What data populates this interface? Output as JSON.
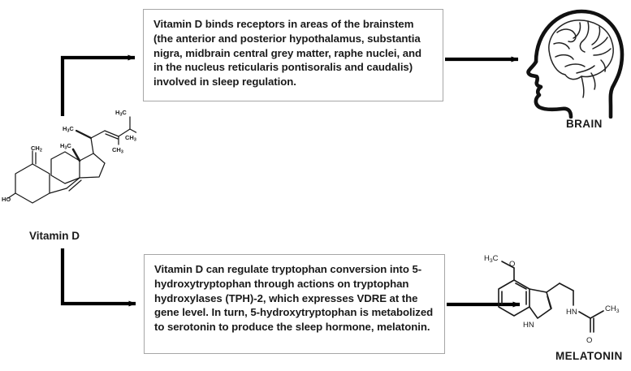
{
  "diagram": {
    "title": "Vitamin D and sleep regulation pathways",
    "background_color": "#ffffff",
    "line_color": "#000000",
    "box_border_color": "#a6a6a6",
    "text_color": "#1a1a1a"
  },
  "source": {
    "label": "Vitamin D",
    "molecule_name": "vitamin-d-structure",
    "atom_labels": [
      "H3C",
      "H3C",
      "CH3",
      "CH3",
      "H3C",
      "CH2",
      "HO"
    ]
  },
  "pathways": [
    {
      "id": "brain",
      "text": "Vitamin D binds receptors in areas of the brainstem (the anterior and posterior hypothalamus, substantia nigra, midbrain central grey matter, raphe nuclei, and in the nucleus reticularis pontisoralis and caudalis) involved in sleep regulation.",
      "target_label": "BRAIN",
      "target_icon": "head-profile-with-brain"
    },
    {
      "id": "melatonin",
      "text": "Vitamin D can regulate tryptophan conversion into 5-hydroxytryptophan through actions on tryptophan hydroxylases (TPH)-2, which expresses VDRE at the gene level. In turn, 5-hydroxytryptophan is metabolized to serotonin to produce the sleep hormone, melatonin.",
      "target_label": "MELATONIN",
      "target_icon": "melatonin-structure",
      "atom_labels": [
        "H3C",
        "O",
        "HN",
        "HN",
        "O",
        "CH3"
      ]
    }
  ],
  "connectors": [
    {
      "name": "vitamin-d-to-brain-box",
      "shape": "elbow-up-right"
    },
    {
      "name": "brain-box-to-brain",
      "shape": "straight-right"
    },
    {
      "name": "vitamin-d-to-melatonin-box",
      "shape": "elbow-down-right"
    },
    {
      "name": "melatonin-box-to-melatonin",
      "shape": "straight-right"
    }
  ]
}
